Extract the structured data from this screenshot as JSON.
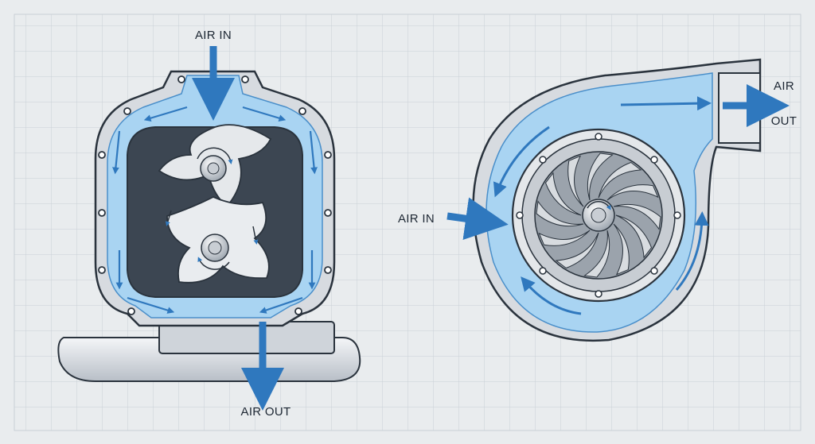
{
  "supercharger": {
    "air_in_label": "AIR IN",
    "air_out_label": "AIR OUT"
  },
  "turbo": {
    "air_in_label": "AIR IN",
    "air_out_label_line1": "AIR",
    "air_out_label_line2": "OUT"
  },
  "colors": {
    "background": "#e9ecee",
    "grid": "#c9d0d6",
    "air_flow": "#3b82c4",
    "air_fill": "#a9d4f2",
    "housing": "#d7dbe0",
    "outline": "#2a333d"
  }
}
